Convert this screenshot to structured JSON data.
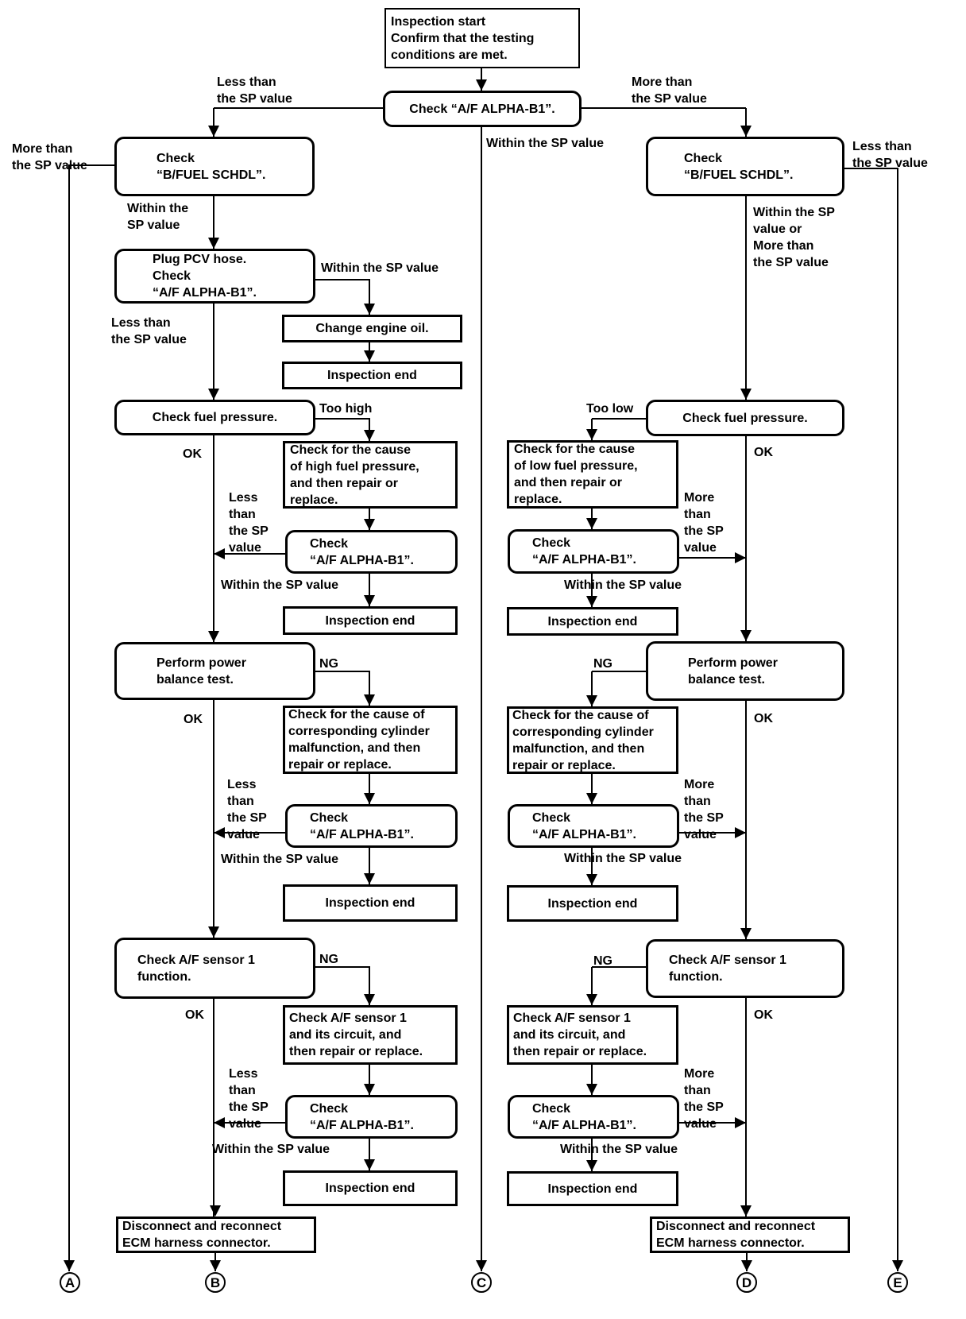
{
  "diagram": {
    "ink_color": "#000000",
    "background_color": "#ffffff",
    "nodes": {
      "start": "Inspection start\nConfirm that the testing\nconditions are met.",
      "check_af_alpha": "Check “A/F ALPHA-B1”.",
      "check_bfuel": "Check\n“B/FUEL SCHDL”.",
      "plug_pcv": "Plug PCV hose.\nCheck\n“A/F ALPHA-B1”.",
      "change_oil": "Change engine oil.",
      "inspection_end": "Inspection end",
      "check_fuel_pressure": "Check fuel pressure.",
      "cause_high_fuel": "Check for the cause\nof high fuel pressure,\nand then repair or\nreplace.",
      "cause_low_fuel": "Check for the cause\nof low fuel pressure,\nand then repair or\nreplace.",
      "check_af_2line": "Check\n“A/F ALPHA-B1”.",
      "power_balance": "Perform power\nbalance test.",
      "cause_cylinder": "Check for the cause of\ncorresponding cylinder\nmalfunction, and then\nrepair or replace.",
      "check_af_sensor": "Check A/F sensor 1\nfunction.",
      "check_af_sensor_circuit": "Check A/F sensor 1\nand its circuit, and\nthen repair or replace.",
      "disconnect_ecm": "Disconnect and reconnect\nECM harness connector."
    },
    "labels": {
      "less_than_sp": "Less than\nthe SP value",
      "more_than_sp": "More than\nthe SP value",
      "within_sp": "Within the SP value",
      "within_sp_2line": "Within the\nSP value",
      "within_or_more": "Within the SP\nvalue or\nMore than\nthe SP value",
      "less_4line": "Less\nthan\nthe SP\nvalue",
      "more_4line": "More\nthan\nthe SP\nvalue",
      "too_high": "Too high",
      "too_low": "Too low",
      "ok": "OK",
      "ng": "NG"
    },
    "connectors": {
      "a": "A",
      "b": "B",
      "c": "C",
      "d": "D",
      "e": "E"
    }
  }
}
